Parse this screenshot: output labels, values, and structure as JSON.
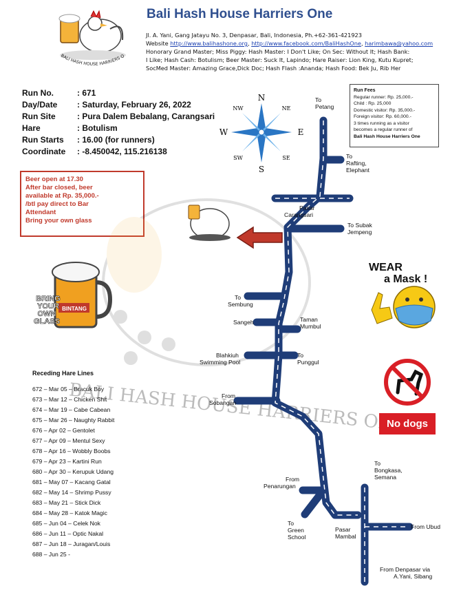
{
  "header": {
    "title": "Bali Hash House Harriers One",
    "address": "Jl. A. Yani, Gang Jatayu No. 3, Denpasar, Bali, Indonesia, Ph.+62-361-421923",
    "website_prefix": "Website ",
    "website_link1": "http://www.balihashone.org",
    "website_sep": ", ",
    "website_link2": "http://www.facebook.com/BaliHashOne",
    "website_link3": "harimbawa@yahoo.com",
    "officers_line1": "Honorary Grand Master; Miss Piggy: Hash Master: I Don't Like; On Sec: Without It; Hash Bank:",
    "officers_line2": "I Like; Hash Cash: Botulism; Beer Master: Suck It, Lapindo; Hare Raiser: Lion King, Kutu Kupret;",
    "officers_line3": "SocMed Master: Amazing Grace,Dick Doc; Hash Flash :Ananda; Hash Food: Bek Ju, Rib Her"
  },
  "logo": {
    "ring_text": "BALI HASH HOUSE HARRIERS ONE"
  },
  "run_details": [
    {
      "label": "Run No.",
      "value": ": 671"
    },
    {
      "label": "Day/Date",
      "value": ": Saturday, February 26, 2022"
    },
    {
      "label": "Run Site",
      "value": ": Pura Dalem Bebalang, Carangsari"
    },
    {
      "label": "Hare",
      "value": ": Botulism"
    },
    {
      "label": "Run Starts",
      "value": ": 16.00 (for runners)"
    },
    {
      "label": "Coordinate",
      "value": ": -8.450042, 115.216138"
    }
  ],
  "beer_notice": {
    "line1": "Beer open at 17.30",
    "line2": "After bar closed, beer",
    "line3": "available at Rp. 35,000.-",
    "line4": "/btl pay direct to Bar",
    "line5": "Attendant",
    "line6": "Bring your own glass"
  },
  "run_fees": {
    "title": "Run Fees",
    "regular": "Regular runner: Rp. 25,000.-",
    "child": "Child : Rp. 25,000",
    "domestic": "Domestic visitor: Rp. 35,000.-",
    "foreign": "Foreign visitor: Rp. 60,000.-",
    "note1": "3 times running as a visitor",
    "note2": "becomes a regular runner of",
    "note3": "Bali Hash House Harriers One"
  },
  "compass": {
    "n": "N",
    "s": "S",
    "e": "E",
    "w": "W",
    "ne": "NE",
    "nw": "NW",
    "se": "SE",
    "sw": "SW"
  },
  "badges": {
    "glass_line1": "BRING",
    "glass_line2": "YOUR",
    "glass_line3": "OWN",
    "glass_line4": "GLASS",
    "glass_brand": "BINTANG",
    "mask_line1": "WEAR",
    "mask_line2": "a Mask !",
    "no_dogs": "No dogs"
  },
  "map_labels": {
    "to_petang_1": "To",
    "to_petang_2": "Petang",
    "to_rafting_1": "To",
    "to_rafting_2": "Rafting,",
    "to_rafting_3": "Elephant",
    "pasar_carangsari_1": "Pasar",
    "pasar_carangsari_2": "Carangsari",
    "to_subak_1": "To Subak",
    "to_subak_2": "Jempeng",
    "to_sembung_1": "To",
    "to_sembung_2": "Sembung",
    "sangeh": "Sangeh",
    "taman_1": "Taman",
    "taman_2": "Mumbul",
    "blahkiuh_1": "Blahkiuh",
    "blahkiuh_2": "Swimming Pool",
    "punggul_1": "To",
    "punggul_2": "Punggul",
    "sobangan_1": "From",
    "sobangan_2": "Sobangan",
    "bongkasa_1": "To",
    "bongkasa_2": "Bongkasa,",
    "bongkasa_3": "Semana",
    "penarungan_1": "From",
    "penarungan_2": "Penarungan",
    "green_1": "To",
    "green_2": "Green",
    "green_3": "School",
    "mambal_1": "Pasar",
    "mambal_2": "Mambal",
    "ubud": "From Ubud",
    "denpasar_1": "From Denpasar via",
    "denpasar_2": "A.Yani, Sibang"
  },
  "receding_hare_lines": {
    "title": "Receding Hare Lines",
    "items": [
      "672 – Mar 05 – Bracuk Boy",
      "673 – Mar 12 – Chicken Shit",
      "674 – Mar 19 – Cabe Cabean",
      "675 – Mar 26 – Naughty Rabbit",
      "676 – Apr 02 – Gentolet",
      "677 – Apr 09 – Mentul Sexy",
      "678 – Apr 16 – Wobbly Boobs",
      "679 – Apr 23 – Kartini Run",
      "680 – Apr 30 – Kerupuk Udang",
      "681 – May 07 – Kacang Gatal",
      "682 – May 14 – Shrimp Pussy",
      "683 – May 21 – Stick Dick",
      "684 – May 28 – Katok Magic",
      "685 – Jun 04 – Celek Nok",
      "686 – Jun 11 – Optic Nakal",
      "687 – Jun 18 – Juragan/Louis",
      "688 – Jun 25 -"
    ]
  },
  "watermark": "BALI HASH HOUSE HARRIERS ONE",
  "colors": {
    "road": "#1f3d78",
    "title": "#2f4f8f",
    "alert": "#c0392b",
    "no_dogs": "#d91f26"
  }
}
